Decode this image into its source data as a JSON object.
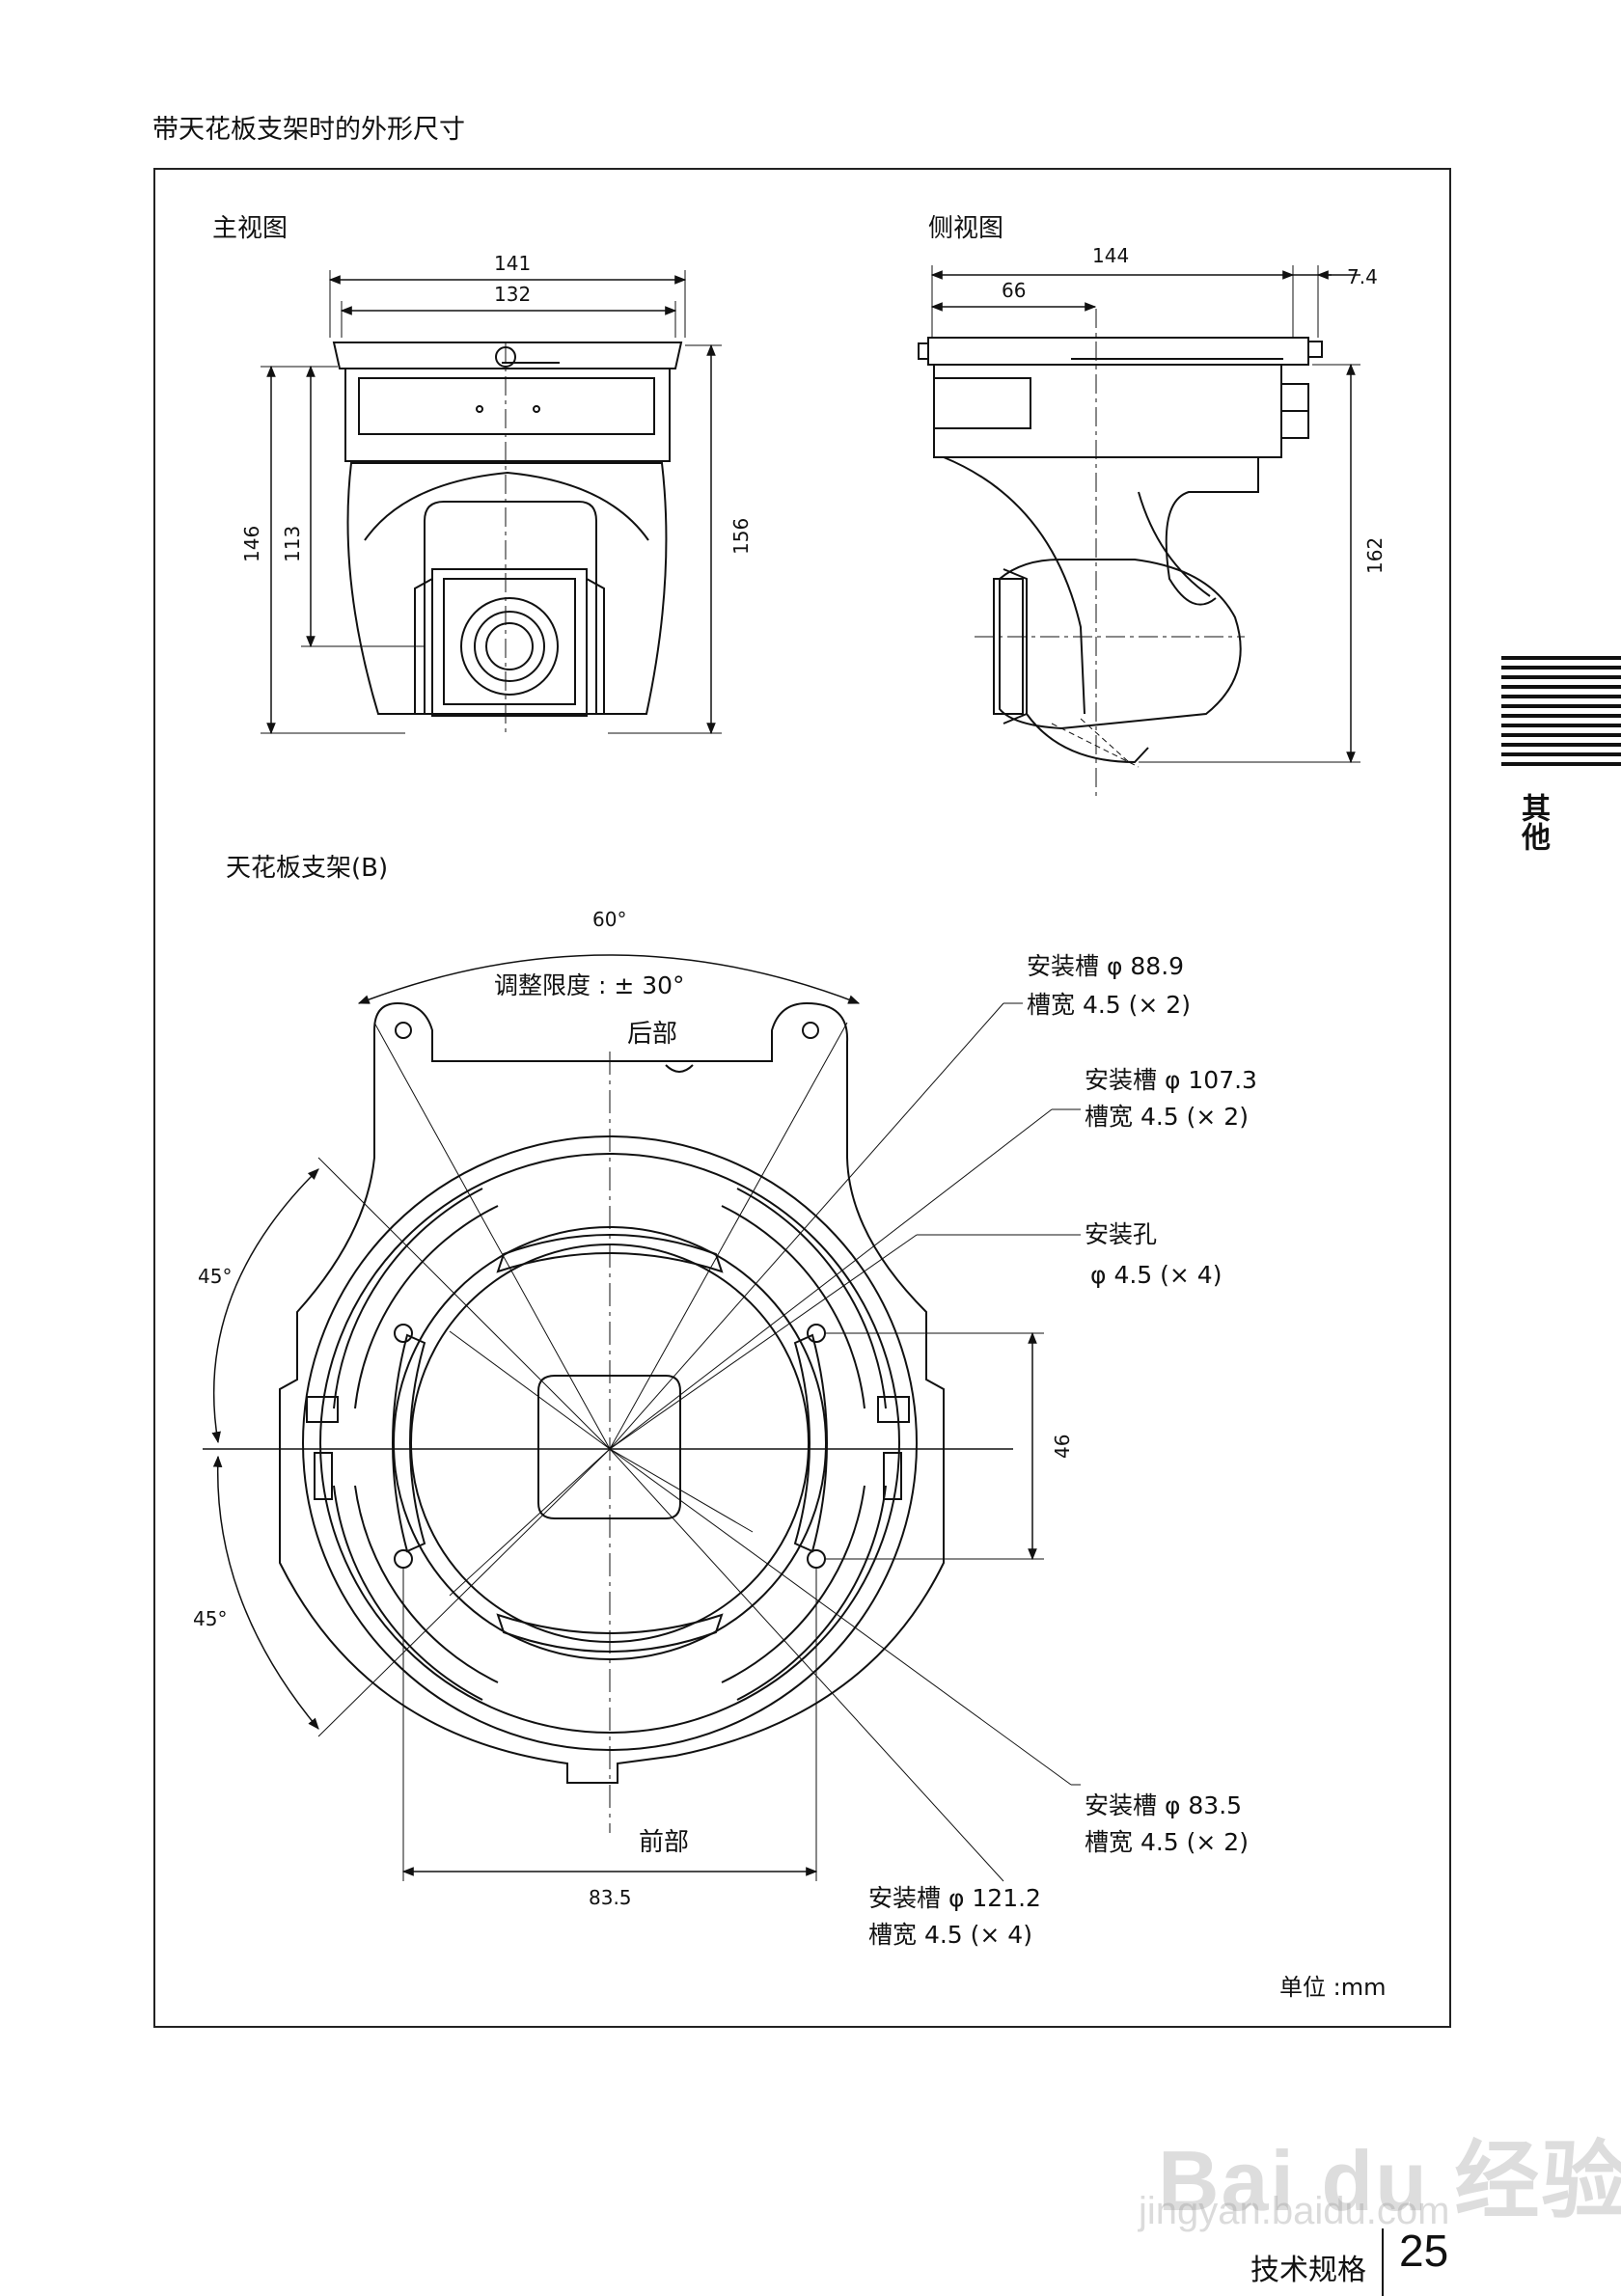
{
  "page": {
    "title": "带天花板支架时的外形尺寸",
    "section_tab": "其他",
    "footer_label": "技术规格",
    "page_number": "25",
    "unit_label": "单位 :mm"
  },
  "front_view": {
    "title": "主视图",
    "dims": {
      "width_outer": "141",
      "width_inner": "132",
      "height_left": "146",
      "height_inner": "113",
      "height_right": "156"
    }
  },
  "side_view": {
    "title": "侧视图",
    "dims": {
      "width_total": "144",
      "width_partial": "66",
      "offset": "7.4",
      "height": "162"
    }
  },
  "bracket_view": {
    "title": "天花板支架(B)",
    "angle_total": "60°",
    "adjust_range": "调整限度 : ± 30°",
    "rear_label": "后部",
    "front_label": "前部",
    "angle_upper": "45°",
    "angle_lower": "45°",
    "dim_vertical": "46",
    "dim_horizontal": "83.5",
    "callouts": {
      "slot_889": [
        "安装槽 φ 88.9",
        "槽宽 4.5 (× 2)"
      ],
      "slot_1073": [
        "安装槽 φ 107.3",
        "槽宽 4.5 (× 2)"
      ],
      "hole": [
        "安装孔",
        "φ 4.5 (× 4)"
      ],
      "slot_835": [
        "安装槽 φ 83.5",
        "槽宽 4.5 (× 2)"
      ],
      "slot_1212": [
        "安装槽 φ 121.2",
        "槽宽 4.5 (× 4)"
      ]
    }
  },
  "watermark": {
    "brand": "Bai du 经验",
    "url": "jingyan.baidu.com"
  }
}
